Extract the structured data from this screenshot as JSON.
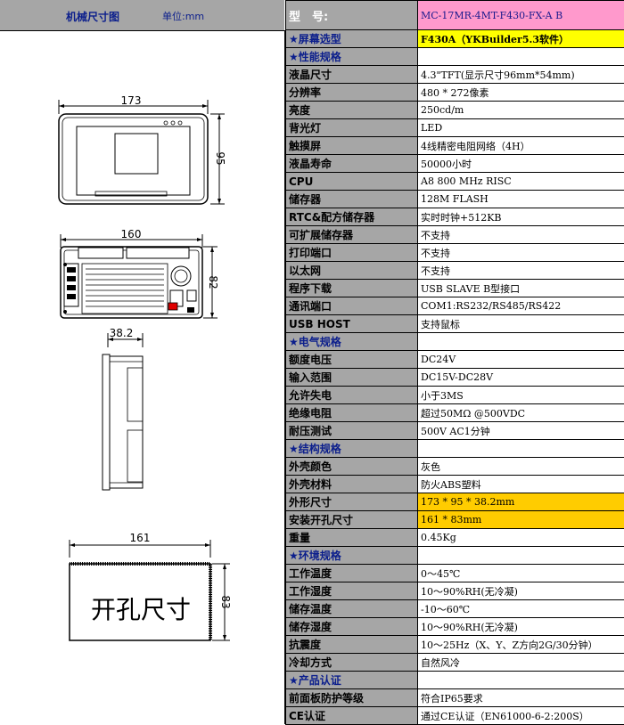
{
  "left_header": {
    "title": "机械尺寸图",
    "unit": "单位:mm"
  },
  "dimensions": {
    "front_width": "173",
    "front_height": "95",
    "back_width": "160",
    "back_height": "82",
    "side_depth": "38.2",
    "cutout_width": "161",
    "cutout_height": "83",
    "cutout_label": "开孔尺寸"
  },
  "model": {
    "label": "型　号:",
    "value": "MC-17MR-4MT-F430-FX-A B"
  },
  "rows": [
    {
      "k": "★屏幕选型",
      "v": "F430A（YKBuilder5.3软件）",
      "kind": "sec",
      "hl": "yellow"
    },
    {
      "k": "★性能规格",
      "v": "",
      "kind": "sec"
    },
    {
      "k": "液晶尺寸",
      "v": "4.3\"TFT(显示尺寸96mm*54mm)"
    },
    {
      "k": "分辨率",
      "v": "480 * 272像素"
    },
    {
      "k": "亮度",
      "v": "250cd/m"
    },
    {
      "k": "背光灯",
      "v": "LED"
    },
    {
      "k": "触摸屏",
      "v": "4线精密电阻网络（4H）"
    },
    {
      "k": "液晶寿命",
      "v": "50000小时"
    },
    {
      "k": "CPU",
      "v": "A8 800 MHz RISC"
    },
    {
      "k": "储存器",
      "v": "128M FLASH"
    },
    {
      "k": "RTC&配方储存器",
      "v": "实时时钟+512KB"
    },
    {
      "k": "可扩展储存器",
      "v": "不支持"
    },
    {
      "k": "打印端口",
      "v": "不支持"
    },
    {
      "k": "以太网",
      "v": "不支持"
    },
    {
      "k": "程序下载",
      "v": "USB SLAVE B型接口"
    },
    {
      "k": "通讯端口",
      "v": "COM1:RS232/RS485/RS422"
    },
    {
      "k": "USB HOST",
      "v": "支持鼠标"
    },
    {
      "k": "★电气规格",
      "v": "",
      "kind": "sec"
    },
    {
      "k": "额度电压",
      "v": "DC24V"
    },
    {
      "k": "输入范围",
      "v": "DC15V-DC28V"
    },
    {
      "k": "允许失电",
      "v": "小于3MS"
    },
    {
      "k": "绝缘电阻",
      "v": "超过50MΩ @500VDC"
    },
    {
      "k": "耐压测试",
      "v": "500V AC1分钟"
    },
    {
      "k": "★结构规格",
      "v": "",
      "kind": "sec"
    },
    {
      "k": "外壳颜色",
      "v": "灰色"
    },
    {
      "k": "外壳材料",
      "v": "防火ABS塑料"
    },
    {
      "k": "外形尺寸",
      "v": "173 * 95 * 38.2mm",
      "hl": "orange"
    },
    {
      "k": "安装开孔尺寸",
      "v": "161 * 83mm",
      "hl": "orange"
    },
    {
      "k": "重量",
      "v": "0.45Kg"
    },
    {
      "k": "★环境规格",
      "v": "",
      "kind": "sec"
    },
    {
      "k": "工作温度",
      "v": "0～45℃"
    },
    {
      "k": "工作湿度",
      "v": "10～90%RH(无冷凝)"
    },
    {
      "k": "储存温度",
      "v": "-10～60℃"
    },
    {
      "k": "储存湿度",
      "v": "10～90%RH(无冷凝)"
    },
    {
      "k": "抗震度",
      "v": "10～25Hz（X、Y、Z方向2G/30分钟）"
    },
    {
      "k": "冷却方式",
      "v": "自然风冷"
    },
    {
      "k": "★产品认证",
      "v": "",
      "kind": "sec"
    },
    {
      "k": "前面板防护等级",
      "v": "符合IP65要求"
    },
    {
      "k": "CE认证",
      "v": "通过CE认证（EN61000-6-2:200S）"
    }
  ]
}
